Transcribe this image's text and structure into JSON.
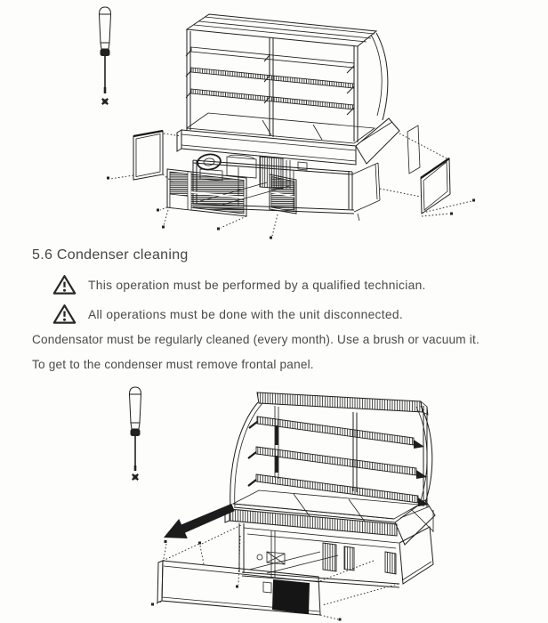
{
  "page": {
    "background": "#fdfdfc",
    "text_color": "#4a4a4a",
    "line_art_color": "#202020"
  },
  "section": {
    "heading": "5.6 Condenser cleaning",
    "warnings": [
      {
        "icon": "warning-triangle-icon",
        "text": "This operation must be performed by a qualified technician."
      },
      {
        "icon": "warning-triangle-icon",
        "text": "All operations must be done with the unit disconnected."
      }
    ],
    "paragraphs": [
      "Condensator must be regularly cleaned (every month). Use a brush or vacuum it.",
      "To get to the condenser must remove frontal panel."
    ]
  },
  "figures": [
    {
      "name": "exploded-view-side-panels-and-grilles"
    },
    {
      "name": "frontal-panel-removal-arrow"
    }
  ]
}
